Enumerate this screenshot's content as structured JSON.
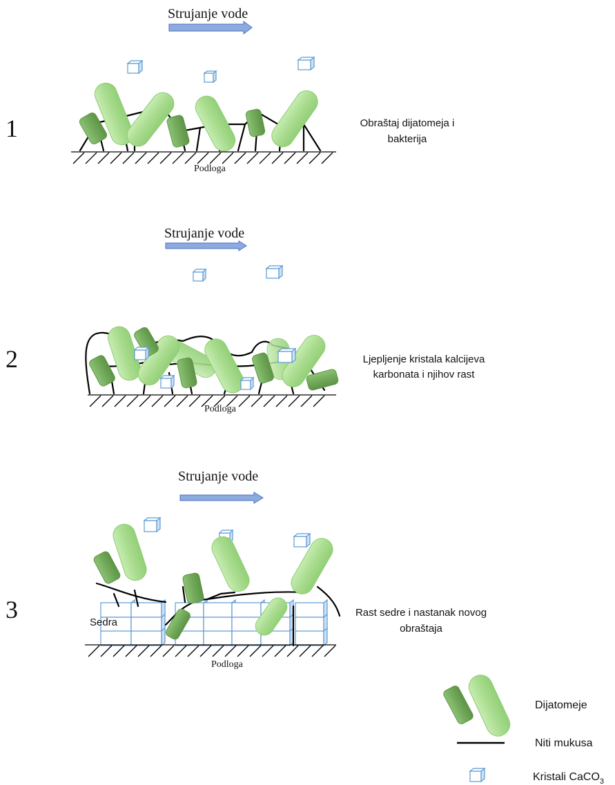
{
  "panels": [
    {
      "number": "1",
      "flow": "Strujanje vode",
      "substrate": "Podloga",
      "caption": [
        "Obraštaj dijatomeja i",
        "bakterija"
      ]
    },
    {
      "number": "2",
      "flow": "Strujanje vode",
      "substrate": "Podloga",
      "caption": [
        "Ljepljenje kristala kalcijeva",
        "karbonata i njihov rast"
      ]
    },
    {
      "number": "3",
      "flow": "Strujanje vode",
      "substrate": "Podloga",
      "caption": [
        "Rast sedre i nastanak novog",
        "obraštaja"
      ],
      "tufa_label": "Sedra"
    }
  ],
  "legend": {
    "diatoms": "Dijatomeje",
    "mucus": "Niti mukusa",
    "crystals": "Kristali CaCO",
    "crystals_subscript": "3"
  },
  "colors": {
    "arrow_fill": "#8faadc",
    "arrow_stroke": "#4472c4",
    "diatom_light": "#a9dc8e",
    "diatom_dark": "#73a95a",
    "crystal_stroke": "#5b9bd5"
  }
}
